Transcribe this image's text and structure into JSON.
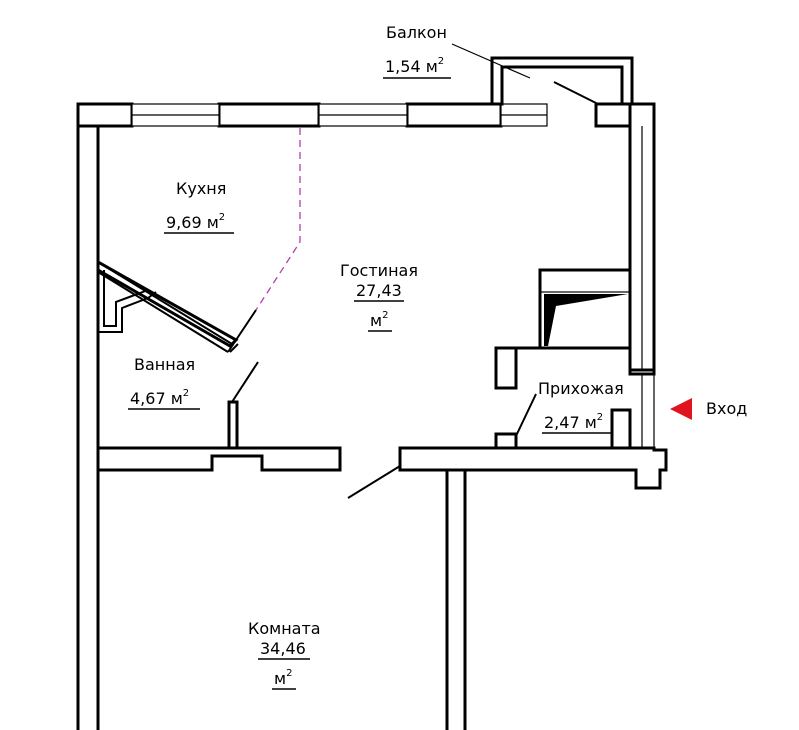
{
  "rooms": {
    "balcony": {
      "name": "Балкон",
      "area": "1,54",
      "unit": "м"
    },
    "kitchen": {
      "name": "Кухня",
      "area": "9,69",
      "unit": "м"
    },
    "living": {
      "name": "Гостиная",
      "area": "27,43",
      "unit": "м"
    },
    "bathroom": {
      "name": "Ванная",
      "area": "4,67",
      "unit": "м"
    },
    "hallway": {
      "name": "Прихожая",
      "area": "2,47",
      "unit": "м"
    },
    "room": {
      "name": "Комната",
      "area": "34,46",
      "unit": "м"
    }
  },
  "superscript": "2",
  "entrance": {
    "label": "Вход",
    "arrow_color": "#e0141e"
  },
  "colors": {
    "walls": "#000000",
    "partition_dashed": "#b040b0",
    "background": "#ffffff"
  }
}
